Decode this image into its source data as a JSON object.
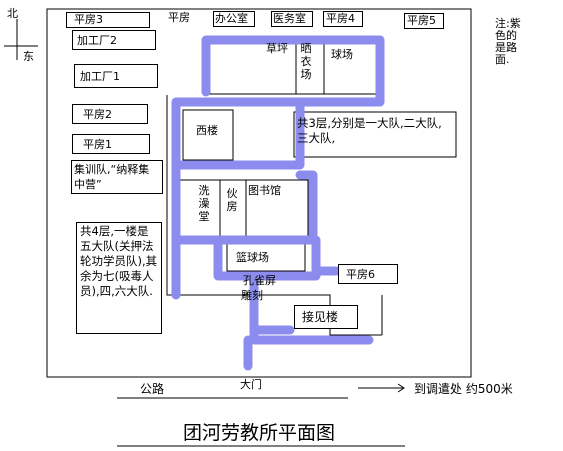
{
  "compass": {
    "north": "北",
    "east": "东"
  },
  "note": "注:紫色的是路面.",
  "buildings": {
    "pingfang3": "平房3",
    "pingfang_top": "平房",
    "office": "办公室",
    "clinic": "医务室",
    "pingfang4": "平房4",
    "pingfang5": "平房5",
    "factory2": "加工厂2",
    "factory1": "加工厂1",
    "pingfang2": "平房2",
    "pingfang1": "平房1",
    "lawn": "草坪",
    "drying": "晒衣场",
    "playground": "球场",
    "west_building": "西楼",
    "bath": "洗澡堂",
    "canteen": "伙房",
    "library": "图书馆",
    "basketball": "篮球场",
    "pingfang6": "平房6",
    "peacock": "孔雀屏",
    "sculpture": "雕刻",
    "reception": "接见楼",
    "gate": "大门"
  },
  "annotations": {
    "training": "集训队,“纳释集中营”",
    "east_building": "共3层,分别是一大队,二大队,三大队,",
    "main_building": "共4层,一楼是五大队(关押法轮功学员队),其余为七(吸毒人员),四,六大队."
  },
  "road_label": "公路",
  "direction_label": "到调遣处 约500米",
  "title": "团河劳教所平面图",
  "colors": {
    "road": "#8c8cee",
    "line": "#000000"
  }
}
